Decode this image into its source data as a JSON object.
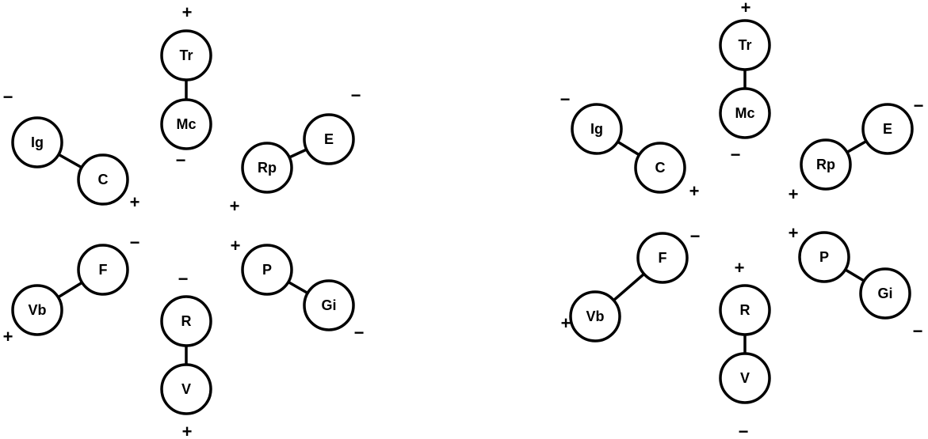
{
  "colors": {
    "stroke": "#000000",
    "node_fill": "#ffffff",
    "background": "#ffffff"
  },
  "pairs": [
    [
      "Tr",
      "Mc"
    ],
    [
      "Ig",
      "C"
    ],
    [
      "Rp",
      "E"
    ],
    [
      "Vb",
      "F"
    ],
    [
      "R",
      "V"
    ],
    [
      "P",
      "Gi"
    ]
  ],
  "left": {
    "nodes": {
      "tr": {
        "label": "Tr",
        "sign": "+"
      },
      "mc": {
        "label": "Mc",
        "sign": "−"
      },
      "ig": {
        "label": "Ig",
        "sign": "−"
      },
      "c": {
        "label": "C",
        "sign": "+"
      },
      "rp": {
        "label": "Rp",
        "sign": "+"
      },
      "e": {
        "label": "E",
        "sign": "−"
      },
      "vb": {
        "label": "Vb",
        "sign": "+"
      },
      "f": {
        "label": "F",
        "sign": "−"
      },
      "r": {
        "label": "R",
        "sign": "−"
      },
      "v": {
        "label": "V",
        "sign": "+"
      },
      "p": {
        "label": "P",
        "sign": "+"
      },
      "gi": {
        "label": "Gi",
        "sign": "−"
      }
    }
  },
  "right": {
    "nodes": {
      "tr": {
        "label": "Tr",
        "sign": "+"
      },
      "mc": {
        "label": "Mc",
        "sign": "−"
      },
      "ig": {
        "label": "Ig",
        "sign": "−"
      },
      "c": {
        "label": "C",
        "sign": "+"
      },
      "rp": {
        "label": "Rp",
        "sign": "+"
      },
      "e": {
        "label": "E",
        "sign": "−"
      },
      "vb": {
        "label": "Vb",
        "sign": "+"
      },
      "f": {
        "label": "F",
        "sign": "−"
      },
      "r": {
        "label": "R",
        "sign": "+"
      },
      "v": {
        "label": "V",
        "sign": "−"
      },
      "p": {
        "label": "P",
        "sign": "+"
      },
      "gi": {
        "label": "Gi",
        "sign": "−"
      }
    }
  }
}
